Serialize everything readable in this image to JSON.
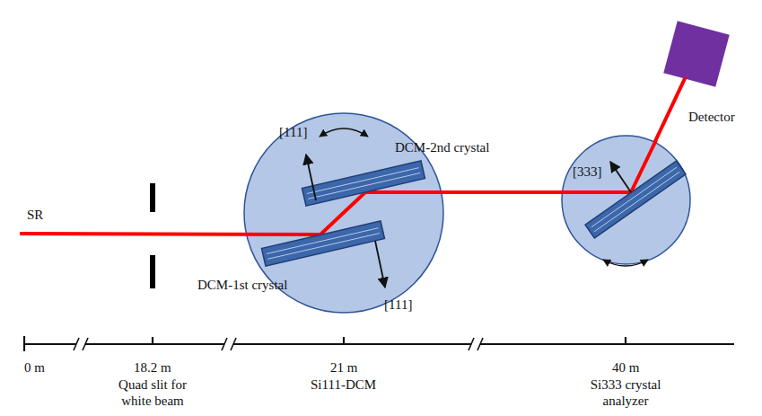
{
  "diagram": {
    "nodes": [
      {
        "text": [
          "DCM-2nd crystal",
          "[111]",
          "[111]",
          "DCM-1st crystal"
        ]
      },
      {
        "text": [
          "[333]"
        ]
      },
      {
        "text": [
          "Detector"
        ]
      }
    ],
    "edges": [
      {
        "from": 0,
        "to": 1,
        "arrow": "none"
      },
      {
        "from": 1,
        "to": 2,
        "arrow": "none"
      }
    ],
    "labels": [
      "SR",
      "0 m",
      "18.2 m",
      "Quad slit for white beam",
      "21 m",
      "Si111-DCM",
      "40 m",
      "Si333 crystal analyzer"
    ]
  }
}
